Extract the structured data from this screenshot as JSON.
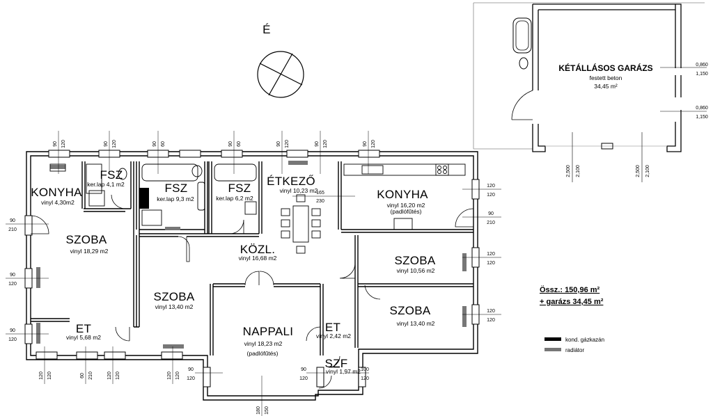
{
  "north_label": "É",
  "rooms": {
    "konyha_small": {
      "name": "KONYHA",
      "detail": "vinyl 4,30m2"
    },
    "fsz_1": {
      "name": "FSZ",
      "detail": "ker.lap 4,1 m2"
    },
    "fsz_2": {
      "name": "FSZ",
      "detail": "ker.lap 9,3 m2"
    },
    "fsz_3": {
      "name": "FSZ",
      "detail": "ker.lap 6,2 m2"
    },
    "etkezo": {
      "name": "ÉTKEZŐ",
      "detail": "vinyl 10,23 m2"
    },
    "konyha_large": {
      "name": "KONYHA",
      "detail": "vinyl 16,20 m2",
      "note": "(padlófűtés)"
    },
    "szoba_left": {
      "name": "SZOBA",
      "detail": "vinyl 18,29 m2"
    },
    "kozl": {
      "name": "KÖZL.",
      "detail": "vinyl 16,68 m2"
    },
    "szoba_right_1": {
      "name": "SZOBA",
      "detail": "vinyl 10,56 m2"
    },
    "szoba_mid": {
      "name": "SZOBA",
      "detail": "vinyl 13,40 m2"
    },
    "szoba_right_2": {
      "name": "SZOBA",
      "detail": "vinyl 13,40 m2"
    },
    "et_left": {
      "name": "ET",
      "detail": "vinyl 5,68 m2"
    },
    "nappali": {
      "name": "NAPPALI",
      "detail": "vinyl 18,23 m2",
      "note": "(padlófűtés)"
    },
    "et_right": {
      "name": "ET",
      "detail": "vinyl 2,42 m2"
    },
    "szf": {
      "name": "SZF",
      "detail": "vinyl 1,97 m2"
    }
  },
  "garage": {
    "title": "KÉTÁLLÁSOS GARÁZS",
    "material": "festett beton",
    "area": "34,45 m²"
  },
  "summary": {
    "total": "Össz.: 150,96 m²",
    "garage": "+ garázs 34,45 m²"
  },
  "legend": [
    {
      "label": "kond. gázkazán",
      "color": "#000000"
    },
    {
      "label": "radiátor",
      "color": "#777777"
    }
  ],
  "dims": {
    "d90": "90",
    "d120": "120",
    "d60": "60",
    "d210": "210",
    "d100": "100",
    "d165": "165",
    "d230": "230",
    "d180": "180",
    "d150": "150",
    "d0860": "0,860",
    "d1150": "1,150",
    "d2500": "2,500",
    "d2100": "2,100"
  }
}
